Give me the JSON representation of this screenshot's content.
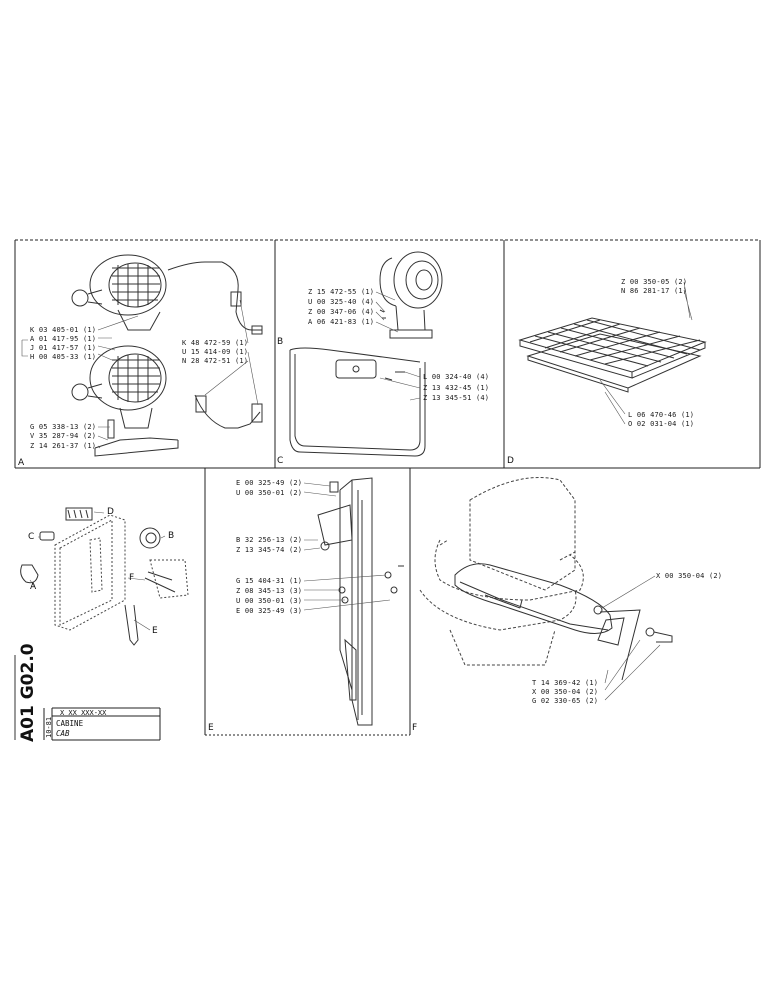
{
  "document": {
    "code": "A01 G02.0",
    "revision": "10-81",
    "part_number": "X XX XXX-XX",
    "title_fr": "CABINE",
    "title_en": "CAB"
  },
  "panels": {
    "A": {
      "letter": "A",
      "parts": [
        "K 03 405-01 (1)",
        "A 01 417-95 (1)",
        "J 01 417-57 (1)",
        "H 00 405-33 (1)",
        "G 05 338-13 (2)",
        "V 35 287-94 (2)",
        "Z 14 261-37 (1)",
        "K 48 472-59 (1)",
        "U 15 414-09 (1)",
        "N 28 472-51 (1)"
      ]
    },
    "B": {
      "letter": "B",
      "parts": [
        "Z 15 472-55 (1)",
        "U 00 325-40 (4)",
        "Z 00 347-06 (4)",
        "A 06 421-83 (1)"
      ]
    },
    "C": {
      "letter": "C",
      "parts": [
        "L 00 324-40 (4)",
        "Z 13 432-45 (1)",
        "Z 13 345-51 (4)"
      ]
    },
    "D": {
      "letter": "D",
      "parts": [
        "Z 00 350-05 (2)",
        "N 86 281-17 (1)",
        "L 06 470-46 (1)",
        "O 02 031-04 (1)"
      ]
    },
    "E": {
      "letter": "E",
      "parts": [
        "E 00 325-49 (2)",
        "U 00 350-01 (2)",
        "B 32 256-13 (2)",
        "Z 13 345-74 (2)",
        "G 15 404-31 (1)",
        "Z 08 345-13 (3)",
        "U 00 350-01 (3)",
        "E 00 325-49 (3)"
      ]
    },
    "F": {
      "letter": "F",
      "parts": [
        "X 00 350-04 (2)",
        "T 14 369-42 (1)",
        "X 00 350-04 (2)",
        "G 02 330-65 (2)"
      ]
    },
    "overview": {
      "callouts": [
        "D",
        "B",
        "C",
        "A",
        "F",
        "E"
      ]
    }
  }
}
